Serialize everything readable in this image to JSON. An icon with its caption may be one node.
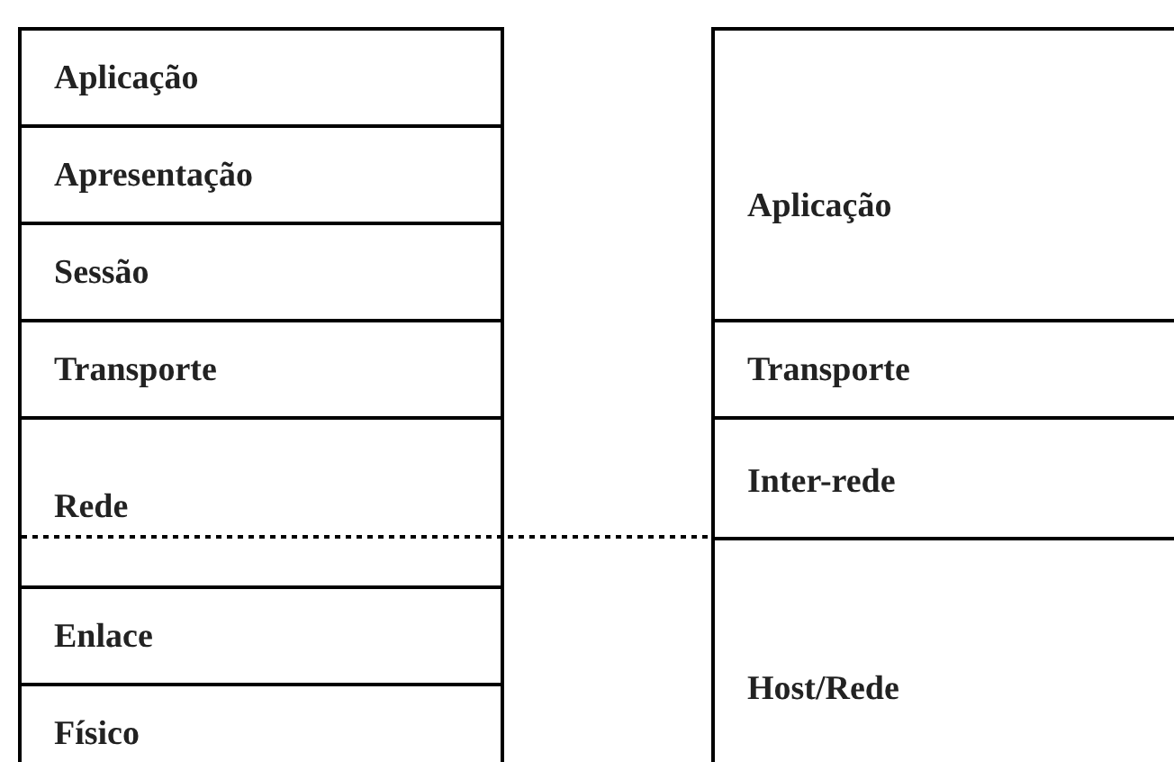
{
  "diagram": {
    "nodes": [
      {
        "text": [
          "Aplicação"
        ]
      },
      {
        "text": [
          "Apresentação"
        ]
      },
      {
        "text": [
          "Sessão"
        ]
      },
      {
        "text": [
          "Transporte"
        ]
      },
      {
        "text": [
          "Rede"
        ]
      },
      {
        "text": [
          "Enlace"
        ]
      },
      {
        "text": [
          "Físico"
        ]
      },
      {
        "text": [
          "Aplicação"
        ]
      },
      {
        "text": [
          "Transporte"
        ]
      },
      {
        "text": [
          "Inter-rede"
        ]
      },
      {
        "text": [
          "Host/Rede"
        ]
      }
    ]
  }
}
